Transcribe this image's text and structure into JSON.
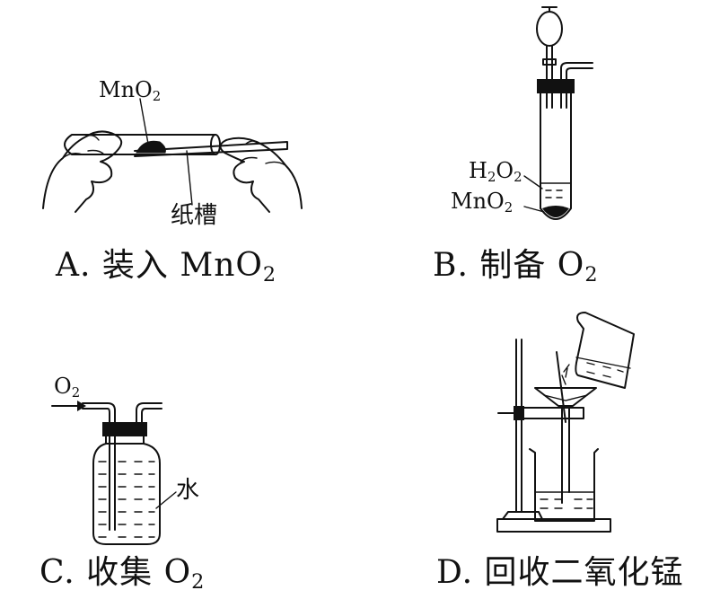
{
  "panels": {
    "a": {
      "caption": {
        "letter": "A.",
        "text": "装入 MnO",
        "sub": "2"
      },
      "labels": {
        "mno2": {
          "main": "MnO",
          "sub": "2"
        },
        "trough": "纸槽"
      }
    },
    "b": {
      "caption": {
        "letter": "B.",
        "text": "制备 O",
        "sub": "2"
      },
      "labels": {
        "h2o2": {
          "pre": "H",
          "sub1": "2",
          "mid": "O",
          "sub2": "2"
        },
        "mno2": {
          "main": "MnO",
          "sub": "2"
        }
      }
    },
    "c": {
      "caption": {
        "letter": "C.",
        "text": "收集 O",
        "sub": "2"
      },
      "labels": {
        "o2": {
          "main": "O",
          "sub": "2"
        },
        "water": "水"
      }
    },
    "d": {
      "caption": {
        "letter": "D.",
        "text": "回收二氧化锰"
      }
    }
  }
}
